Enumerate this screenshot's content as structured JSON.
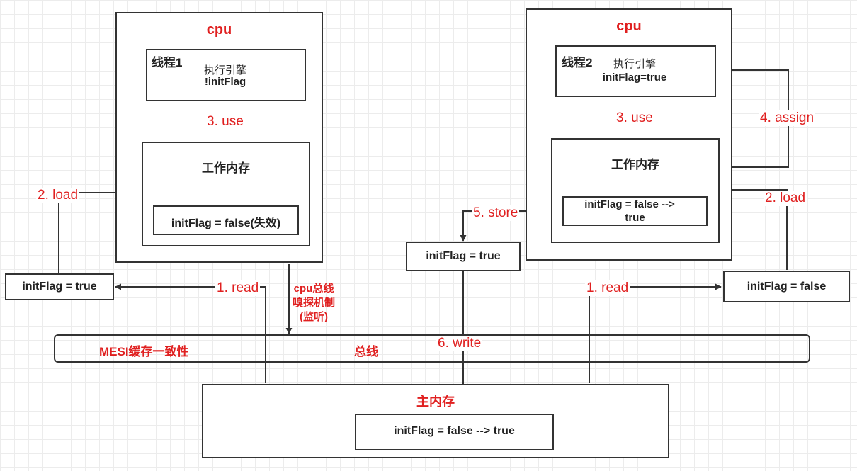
{
  "left_cpu": {
    "title": "cpu",
    "thread": {
      "name": "线程1",
      "engine": "执行引擎",
      "expr": "!initFlag"
    },
    "use_label": "3. use",
    "working_memory": {
      "title": "工作内存",
      "value": "initFlag = false(失效)"
    }
  },
  "right_cpu": {
    "title": "cpu",
    "thread": {
      "name": "线程2",
      "engine": "执行引擎",
      "expr": "initFlag=true"
    },
    "use_label": "3. use",
    "working_memory": {
      "title": "工作内存",
      "value_line1": "initFlag = false  -->",
      "value_line2": "true"
    }
  },
  "left_value_box": "initFlag = true",
  "store_value_box": "initFlag = true",
  "right_value_box": "initFlag = false",
  "labels": {
    "left_load": "2. load",
    "left_read": "1. read",
    "right_load": "2. load",
    "right_read": "1. read",
    "assign": "4. assign",
    "store": "5. store",
    "write": "6. write"
  },
  "sniff": {
    "line1": "cpu总线",
    "line2": "嗅探机制",
    "line3": "(监听)"
  },
  "bus": {
    "mesi": "MESI缓存一致性",
    "label": "总线"
  },
  "main_memory": {
    "title": "主内存",
    "value": "initFlag = false  --> true"
  },
  "colors": {
    "accent": "#e02020",
    "line": "#333333"
  }
}
